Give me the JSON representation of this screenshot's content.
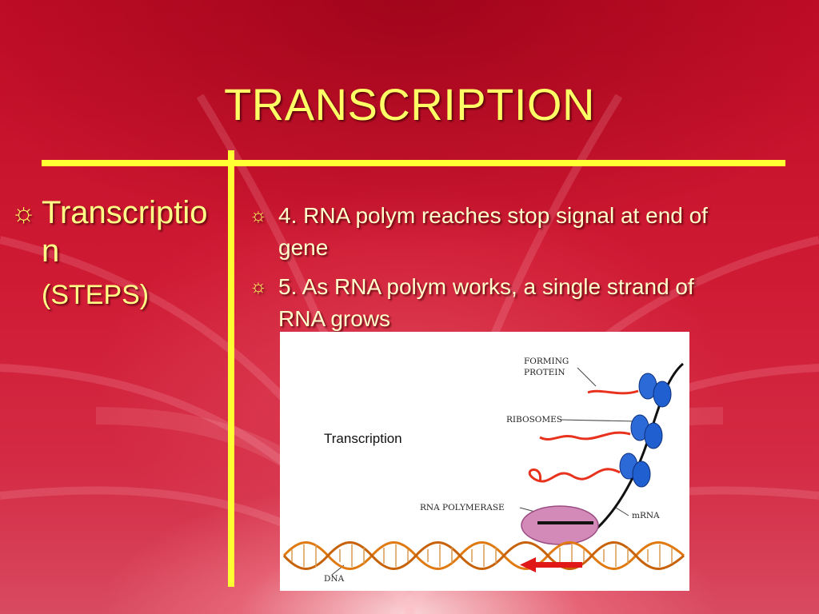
{
  "slide": {
    "title": "TRANSCRIPTION",
    "left": {
      "bullet_icon": "sun-bullet-icon",
      "heading": "Transcription",
      "sub": "(STEPS)"
    },
    "right": {
      "bullets": [
        {
          "icon": "sun-bullet-icon",
          "text": "4.  RNA polym reaches stop signal at end of gene"
        },
        {
          "icon": "sun-bullet-icon",
          "text": "5.  As RNA polym works, a single strand of RNA grows"
        }
      ]
    },
    "diagram": {
      "label_title": "Transcription",
      "label_forming_protein_1": "FORMING",
      "label_forming_protein_2": "PROTEIN",
      "label_ribosomes": "RIBOSOMES",
      "label_rna_polymerase": "RNA POLYMERASE",
      "label_mrna": "mRNA",
      "label_dna": "DNA"
    },
    "colors": {
      "title": "#ffff66",
      "divider": "#ffff33",
      "body_text": "#ffffcc",
      "background": "#c8102e",
      "ribosome": "#1f5fcf",
      "polymerase": "#d48ab8",
      "protein": "#e8321e",
      "dna": "#e07a10",
      "arrow": "#e01818"
    }
  }
}
